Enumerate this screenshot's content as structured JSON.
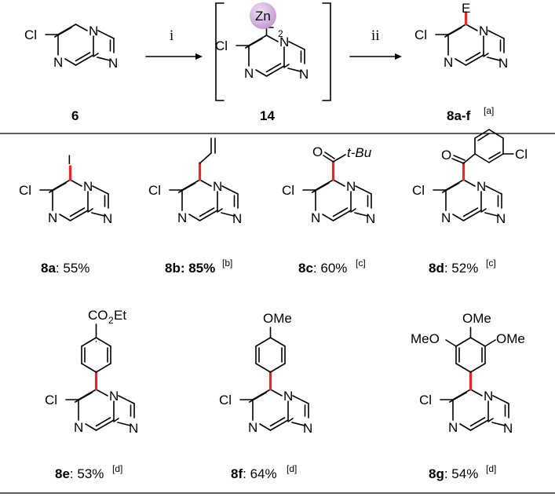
{
  "scheme": {
    "start": {
      "number": "6",
      "substituent": "Cl"
    },
    "intermediate": {
      "number": "14",
      "metal": "Zn",
      "count": "2",
      "substituent": "Cl"
    },
    "product": {
      "number": "8a-f",
      "note": "[a]",
      "substituent_e": "E",
      "substituent": "Cl"
    },
    "step1": "i",
    "step2": "ii"
  },
  "atoms": {
    "n": "N",
    "cl": "Cl",
    "i": "I",
    "o": "O"
  },
  "groups": {
    "tbu": "t-Bu",
    "co2et_a": "CO",
    "co2et_b": "2",
    "co2et_c": "Et",
    "ome": "OMe",
    "meo": "MeO"
  },
  "compounds": [
    {
      "id": "8a",
      "yield": ": 55%",
      "note": ""
    },
    {
      "id": "8b",
      "yield": ": 85%",
      "note": "[b]"
    },
    {
      "id": "8c",
      "yield": ": 60%",
      "note": "[c]"
    },
    {
      "id": "8d",
      "yield": ": 52%",
      "note": "[c]"
    },
    {
      "id": "8e",
      "yield": ": 53%",
      "note": "[d]"
    },
    {
      "id": "8f",
      "yield": ": 64%",
      "note": "[d]"
    },
    {
      "id": "8g",
      "yield": ": 54%",
      "note": "[d]"
    }
  ],
  "colors": {
    "new_bond": "#e8262c",
    "zinc_sphere": "#c9a6d8"
  }
}
